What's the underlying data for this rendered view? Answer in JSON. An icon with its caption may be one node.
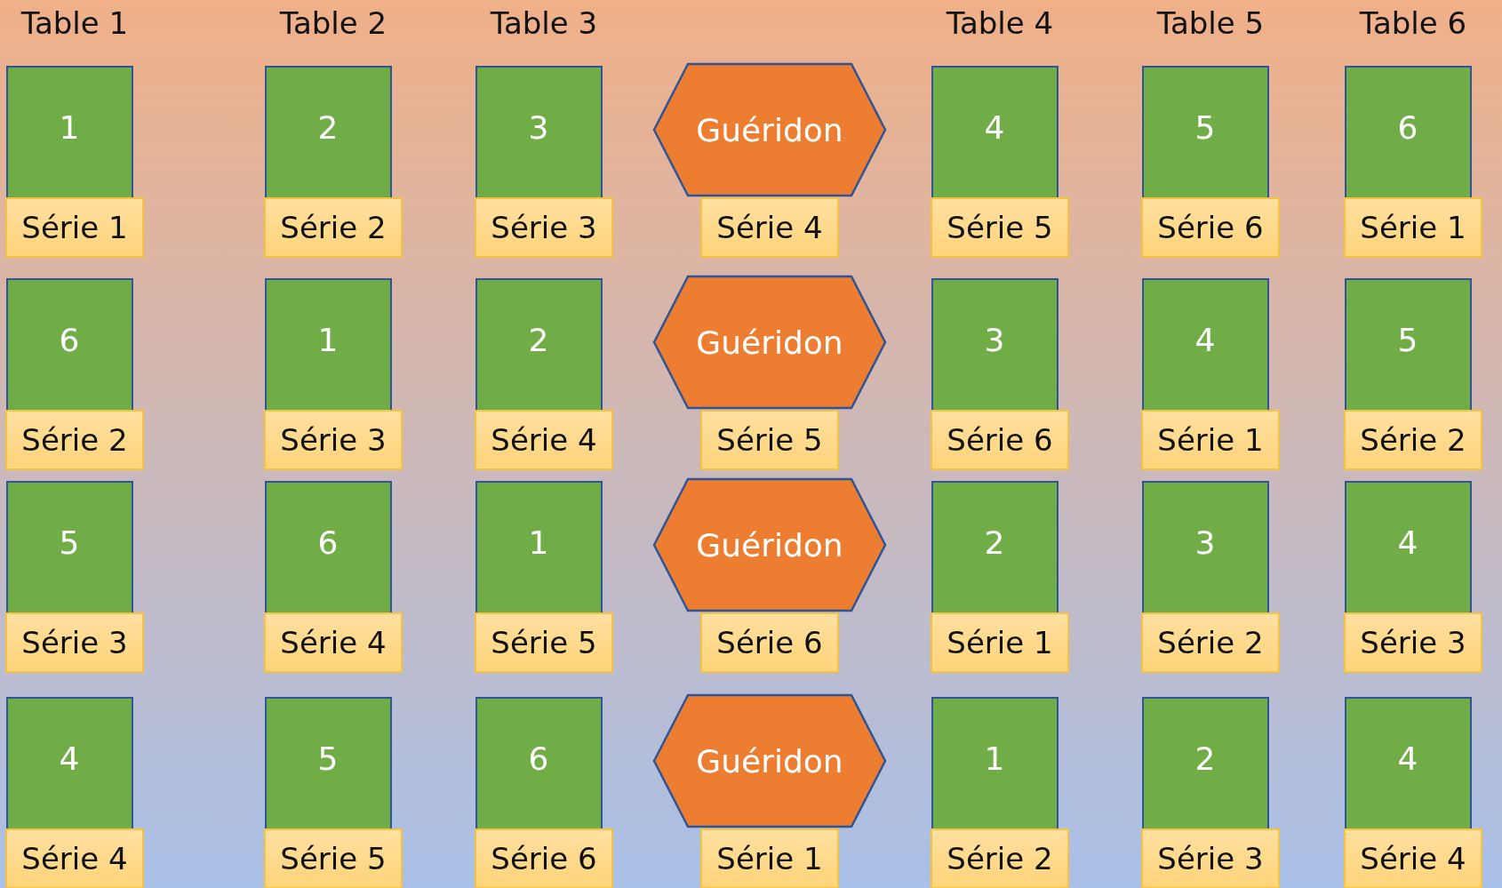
{
  "diagram": {
    "nodes": [
      {
        "text": [
          "1"
        ]
      },
      {
        "text": [
          "Série 1"
        ]
      },
      {
        "text": [
          "2"
        ]
      },
      {
        "text": [
          "Série 2"
        ]
      },
      {
        "text": [
          "3"
        ]
      },
      {
        "text": [
          "Série 3"
        ]
      },
      {
        "text": [
          "Guéridon"
        ]
      },
      {
        "text": [
          "Série 4"
        ]
      },
      {
        "text": [
          "4"
        ]
      },
      {
        "text": [
          "Série 5"
        ]
      },
      {
        "text": [
          "5"
        ]
      },
      {
        "text": [
          "Série 6"
        ]
      },
      {
        "text": [
          "6"
        ]
      },
      {
        "text": [
          "Série 1"
        ]
      },
      {
        "text": [
          "6"
        ]
      },
      {
        "text": [
          "Série 2"
        ]
      },
      {
        "text": [
          "1"
        ]
      },
      {
        "text": [
          "Série 3"
        ]
      },
      {
        "text": [
          "2"
        ]
      },
      {
        "text": [
          "Série 4"
        ]
      },
      {
        "text": [
          "Guéridon"
        ]
      },
      {
        "text": [
          "Série 5"
        ]
      },
      {
        "text": [
          "3"
        ]
      },
      {
        "text": [
          "Série 6"
        ]
      },
      {
        "text": [
          "4"
        ]
      },
      {
        "text": [
          "Série 1"
        ]
      },
      {
        "text": [
          "5"
        ]
      },
      {
        "text": [
          "Série 2"
        ]
      },
      {
        "text": [
          "5"
        ]
      },
      {
        "text": [
          "Série 3"
        ]
      },
      {
        "text": [
          "6"
        ]
      },
      {
        "text": [
          "Série 4"
        ]
      },
      {
        "text": [
          "1"
        ]
      },
      {
        "text": [
          "Série 5"
        ]
      },
      {
        "text": [
          "Guéridon"
        ]
      },
      {
        "text": [
          "Série 6"
        ]
      },
      {
        "text": [
          "2"
        ]
      },
      {
        "text": [
          "Série 1"
        ]
      },
      {
        "text": [
          "3"
        ]
      },
      {
        "text": [
          "Série 2"
        ]
      },
      {
        "text": [
          "4"
        ]
      },
      {
        "text": [
          "Série 3"
        ]
      },
      {
        "text": [
          "4"
        ]
      },
      {
        "text": [
          "Série 4"
        ]
      },
      {
        "text": [
          "5"
        ]
      },
      {
        "text": [
          "Série 5"
        ]
      },
      {
        "text": [
          "6"
        ]
      },
      {
        "text": [
          "Série 6"
        ]
      },
      {
        "text": [
          "Guéridon"
        ]
      },
      {
        "text": [
          "Série 1"
        ]
      },
      {
        "text": [
          "1"
        ]
      },
      {
        "text": [
          "Série 2"
        ]
      },
      {
        "text": [
          "2"
        ]
      },
      {
        "text": [
          "Série 3"
        ]
      },
      {
        "text": [
          "4"
        ]
      },
      {
        "text": [
          "Série 4"
        ]
      }
    ],
    "edges": [],
    "labels": [
      "Table 1",
      "Table 2",
      "Table 3",
      "Table 4",
      "Table 5",
      "Table 6"
    ]
  }
}
